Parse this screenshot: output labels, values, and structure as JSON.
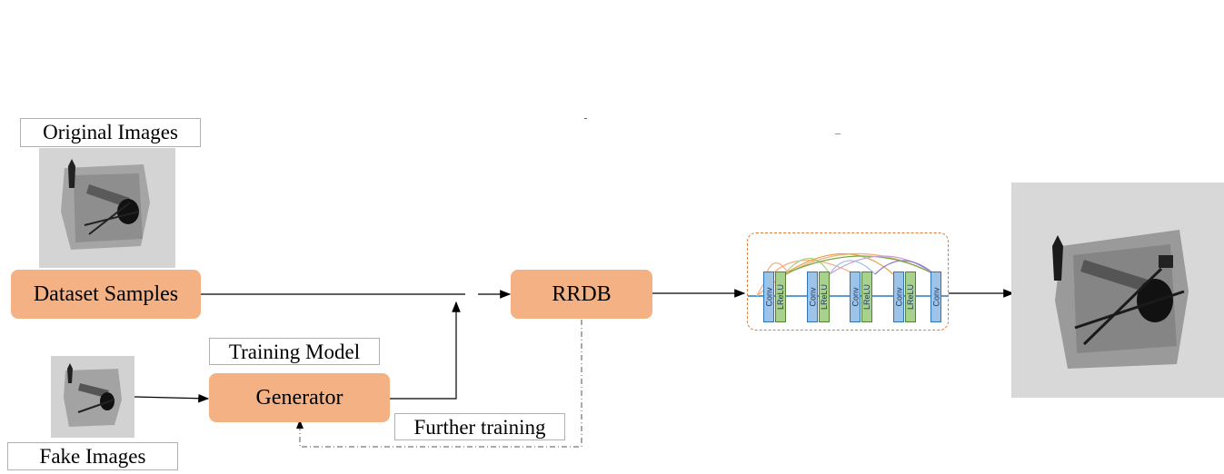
{
  "labels": {
    "original_images": "Original Images",
    "training_model": "Training Model",
    "further_training": "Further training",
    "fake_images": "Fake Images"
  },
  "nodes": {
    "dataset_samples": "Dataset Samples",
    "generator": "Generator",
    "rrdb": "RRDB"
  },
  "rrdb_block": {
    "layers": [
      "Conv",
      "LReLU",
      "Conv",
      "LReLU",
      "Conv",
      "LReLU",
      "Conv",
      "LReLU",
      "Conv"
    ]
  },
  "colors": {
    "node_fill": "#f4b183",
    "conv_fill": "#9dc3e6",
    "lrelu_fill": "#a9d18e",
    "block_border": "#e07b39"
  }
}
